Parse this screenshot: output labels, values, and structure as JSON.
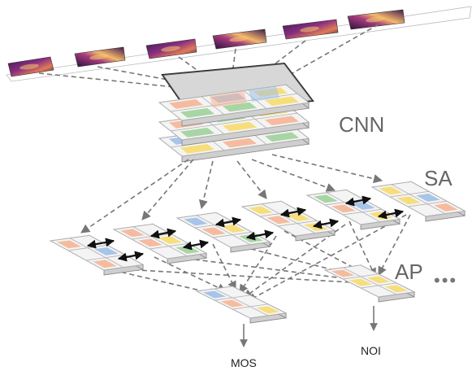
{
  "labels": {
    "cnn": "CNN",
    "sa": "SA",
    "ap": "AP",
    "ellipsis": "•••",
    "mos": "MOS",
    "noi": "NOI"
  },
  "colors": {
    "orange": "#f6b596",
    "blue": "#9ebfe8",
    "green": "#9fd39b",
    "yellow": "#f7dc6f",
    "spec_dark": "#2a0f3f",
    "spec_mid": "#7a2a82",
    "spec_hot": "#e27f58",
    "spec_bright": "#f8c96a"
  },
  "icons": {
    "spectrogram": "spectrogram-image",
    "feature-map": "feature-map-tile",
    "arrow": "arrow-head"
  }
}
